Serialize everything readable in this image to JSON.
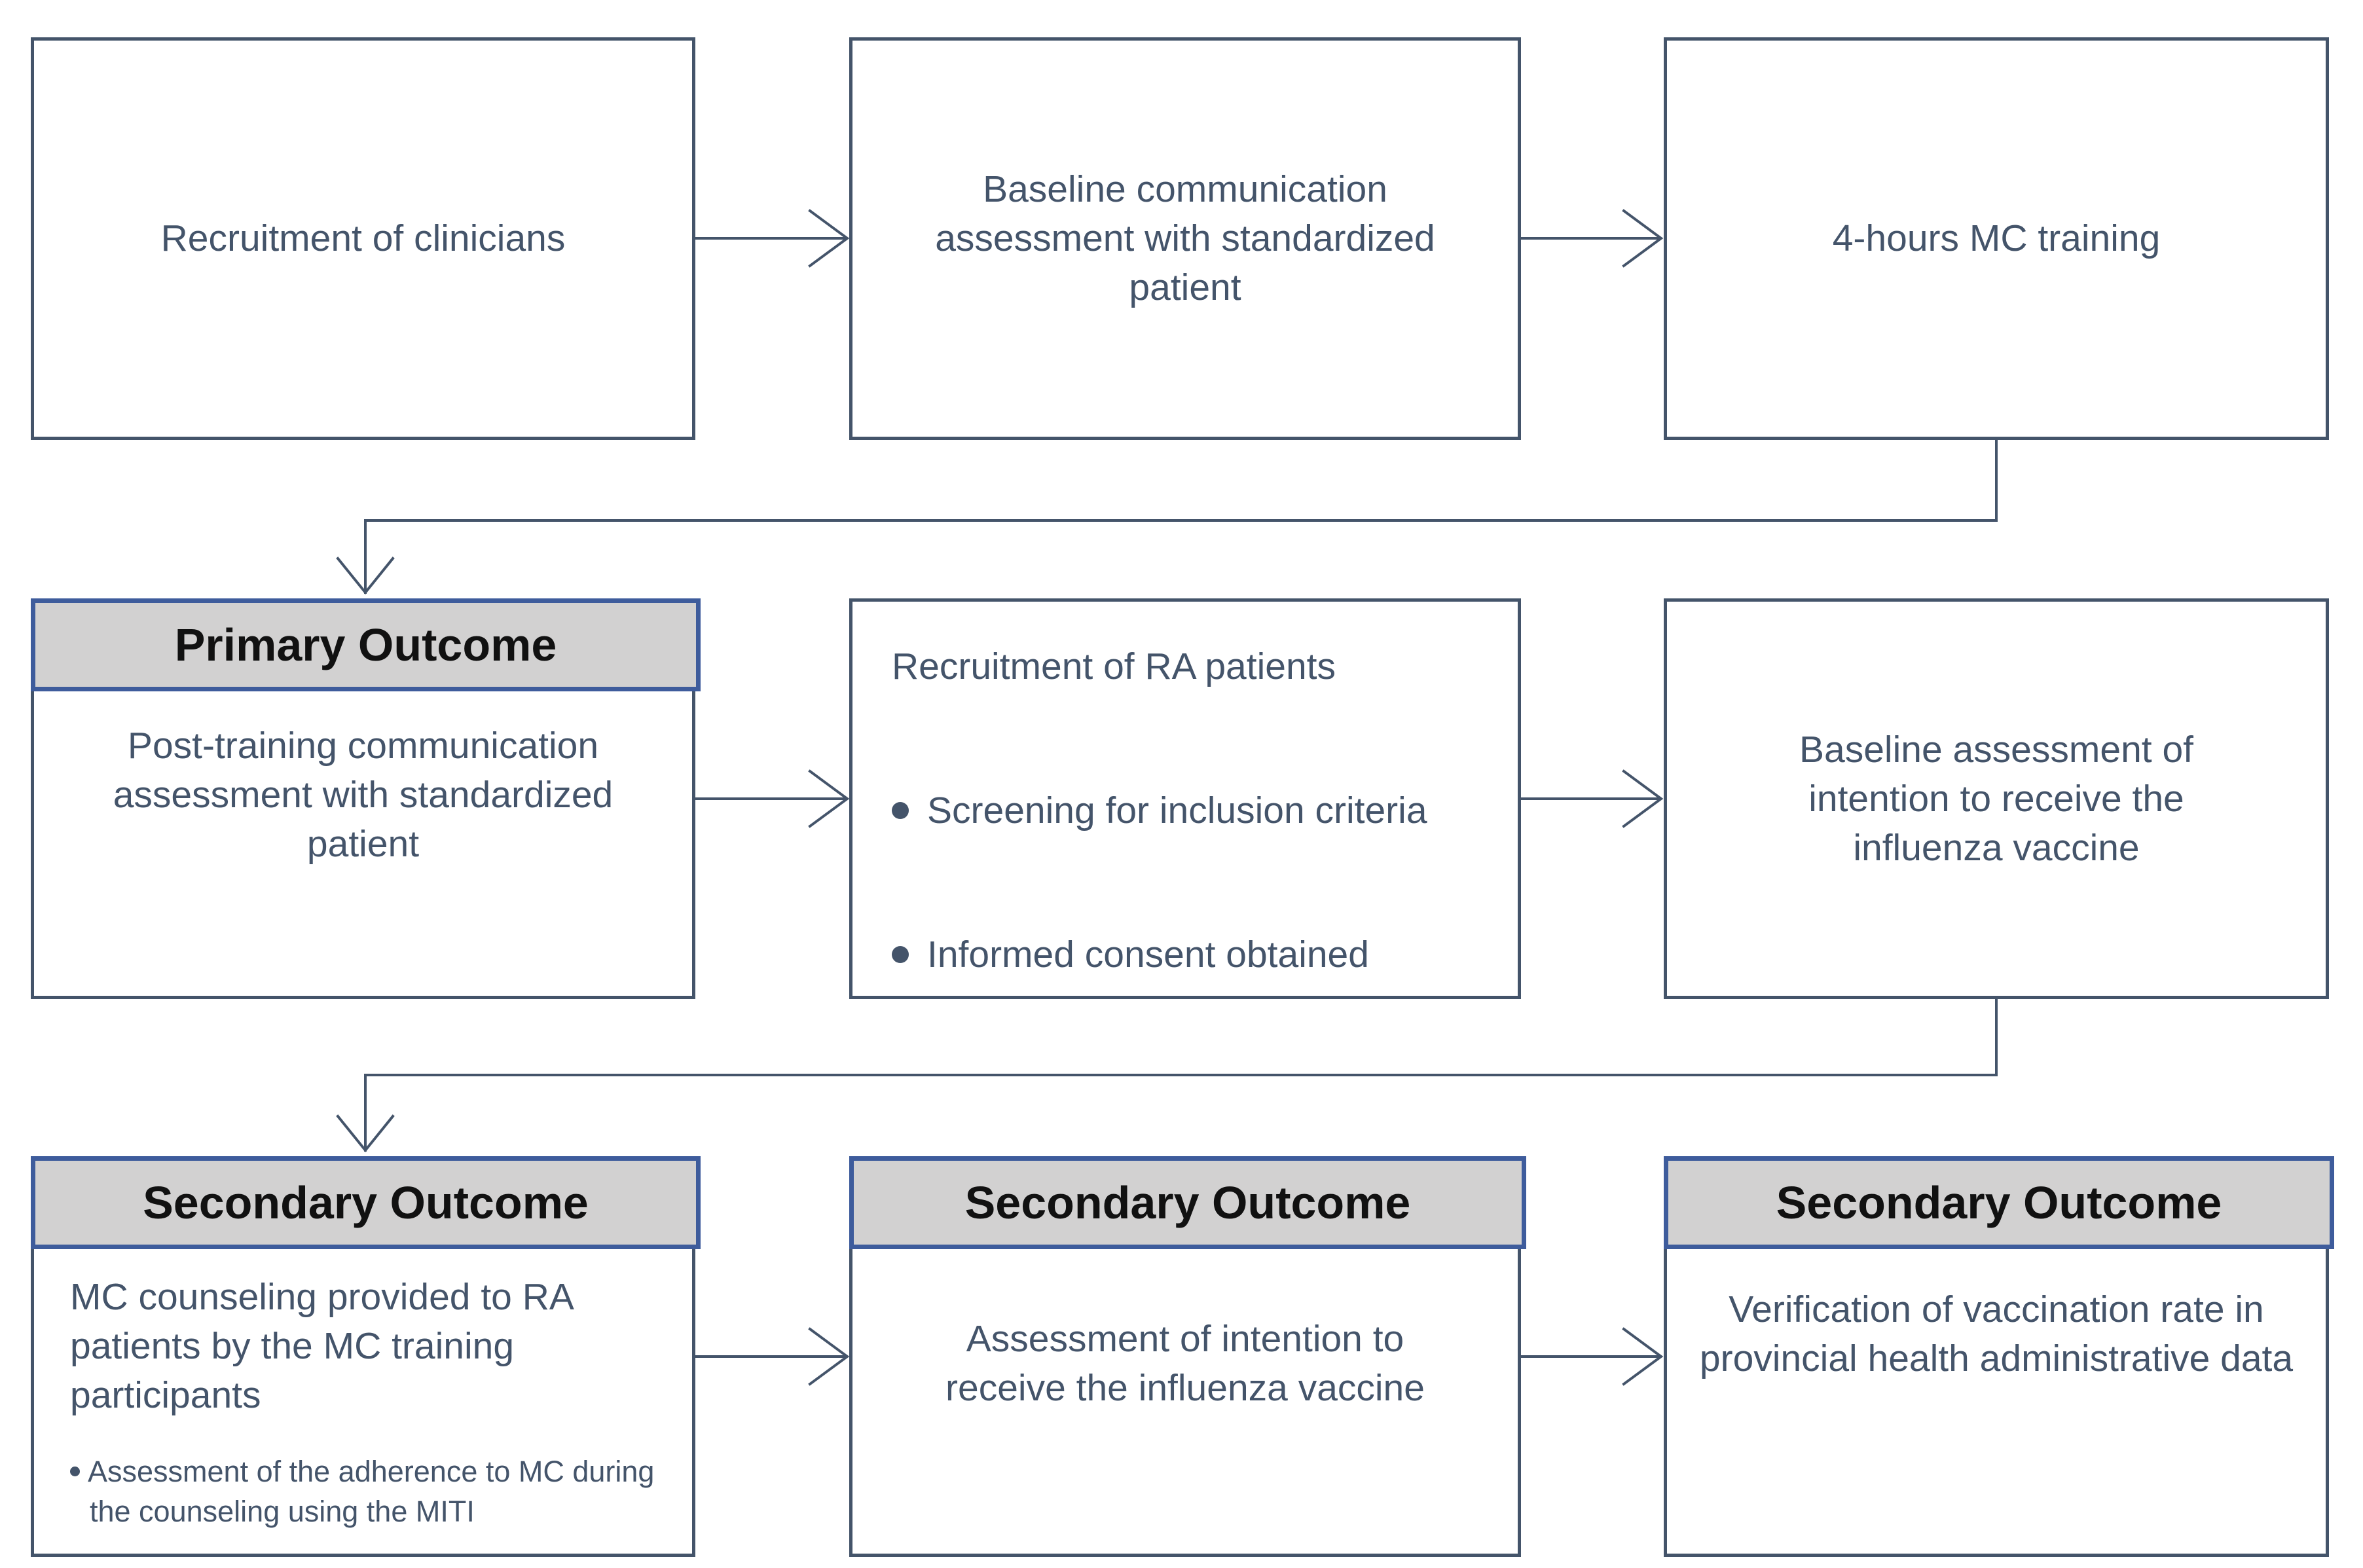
{
  "diagram": {
    "colors": {
      "line": "#44546A",
      "text": "#44546A",
      "header_fill": "#D2D1D1",
      "header_border": "#3E5C9C",
      "header_text": "#111111",
      "background": "#FFFFFF"
    },
    "boxes": {
      "recruitment_clinicians": {
        "text": "Recruitment of clinicians"
      },
      "baseline_communication": {
        "text": "Baseline communication assessment with standardized patient"
      },
      "mc_training": {
        "text": "4-hours MC training"
      },
      "primary_outcome": {
        "header": "Primary Outcome",
        "text": "Post-training communication assessment with standardized patient"
      },
      "recruitment_ra": {
        "title": "Recruitment of RA patients",
        "bullets": [
          "Screening for inclusion criteria",
          "Informed consent obtained"
        ]
      },
      "baseline_intention": {
        "text": "Baseline assessment of intention to receive the influenza vaccine"
      },
      "secondary_outcome_counseling": {
        "header": "Secondary Outcome",
        "text": "MC counseling provided to RA patients by the MC training participants",
        "bullet": "Assessment of the adherence to MC during the counseling using the MITI"
      },
      "secondary_outcome_intention": {
        "header": "Secondary Outcome",
        "text": "Assessment of intention to receive the influenza vaccine"
      },
      "secondary_outcome_verification": {
        "header": "Secondary Outcome",
        "text": "Verification of vaccination rate in provincial health administrative data"
      }
    }
  }
}
